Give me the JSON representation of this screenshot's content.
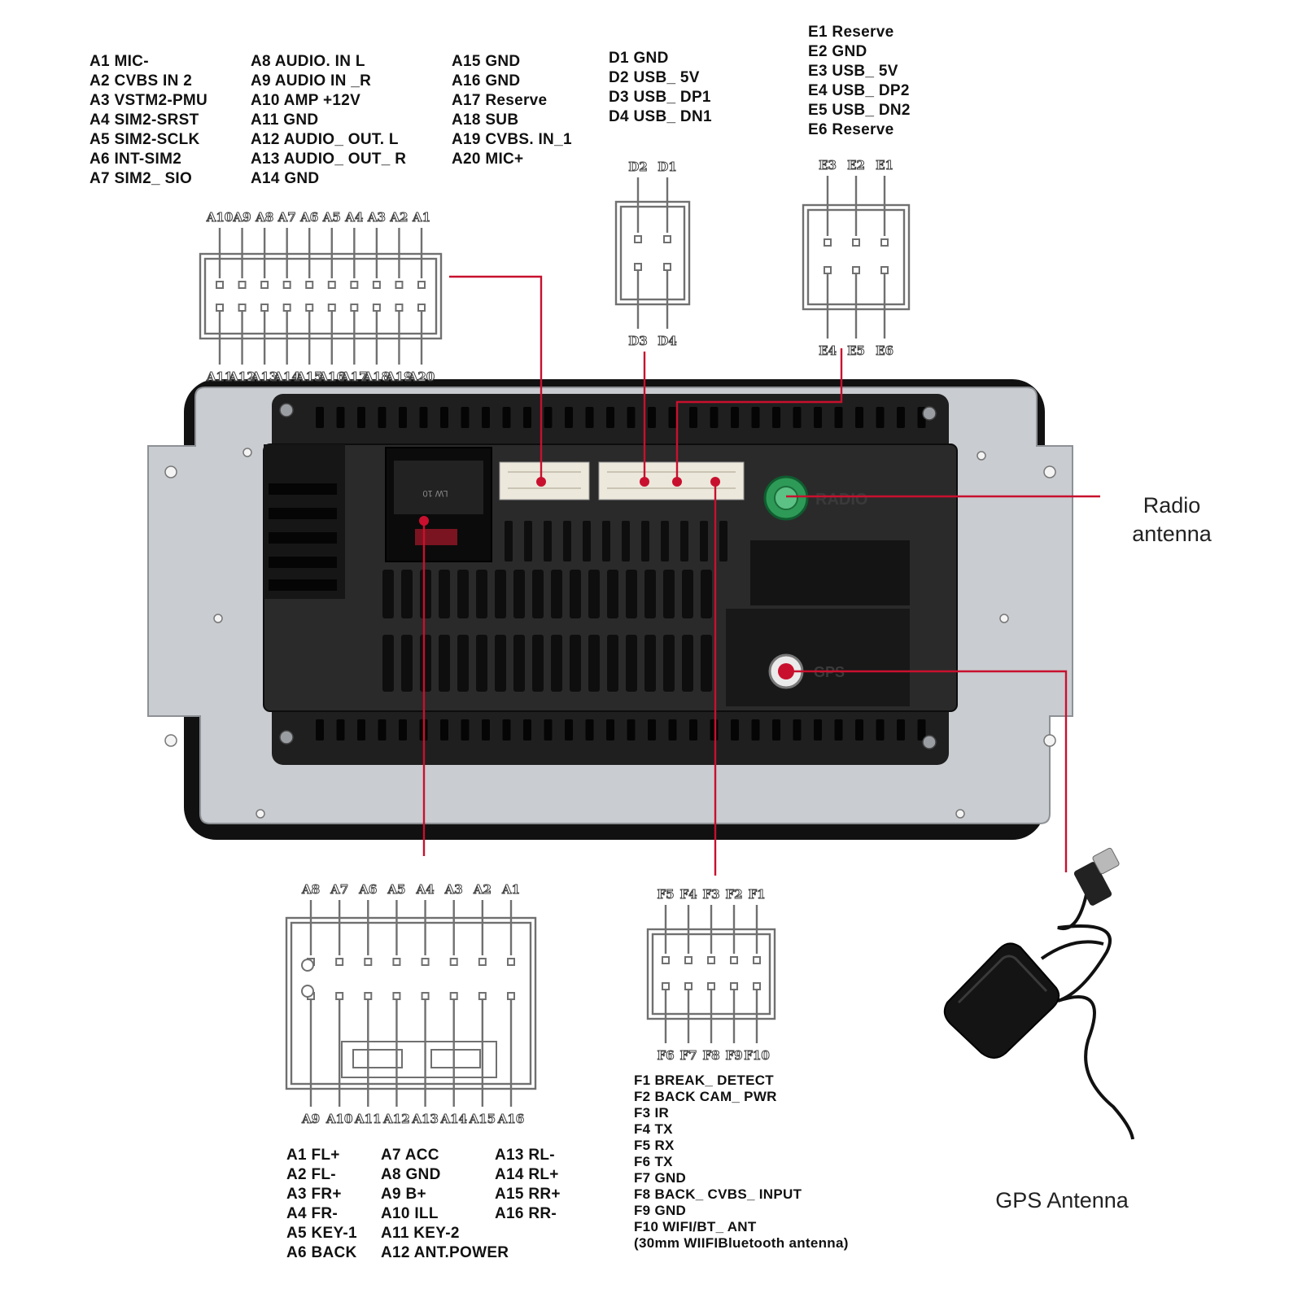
{
  "connectors": {
    "A": {
      "top_labels": [
        "A10",
        "A9",
        "A8",
        "A7",
        "A6",
        "A5",
        "A4",
        "A3",
        "A2",
        "A1"
      ],
      "bottom_labels": [
        "A11",
        "A12",
        "A13",
        "A14",
        "A15",
        "A16",
        "A17",
        "A18",
        "A19",
        "A20"
      ]
    },
    "D": {
      "top_labels": [
        "D2",
        "D1"
      ],
      "bottom_labels": [
        "D3",
        "D4"
      ]
    },
    "E": {
      "top_labels": [
        "E3",
        "E2",
        "E1"
      ],
      "bottom_labels": [
        "E4",
        "E5",
        "E6"
      ]
    },
    "A_power": {
      "top_labels": [
        "A8",
        "A7",
        "A6",
        "A5",
        "A4",
        "A3",
        "A2",
        "A1"
      ],
      "bottom_labels": [
        "A9",
        "A10",
        "A11",
        "A12",
        "A13",
        "A14",
        "A15",
        "A16"
      ]
    },
    "F": {
      "top_labels": [
        "F5",
        "F4",
        "F3",
        "F2",
        "F1"
      ],
      "bottom_labels": [
        "F6",
        "F7",
        "F8",
        "F9",
        "F10"
      ]
    }
  },
  "legend_a20": {
    "col1": [
      "A1 MIC-",
      "A2 CVBS IN 2",
      "A3 VSTM2-PMU",
      "A4 SIM2-SRST",
      "A5 SIM2-SCLK",
      "A6 INT-SIM2",
      "A7 SIM2_ SIO"
    ],
    "col2": [
      "A8 AUDIO. IN L",
      "A9 AUDIO IN _R",
      "A10 AMP +12V",
      "A11 GND",
      "A12 AUDIO_ OUT. L",
      "A13 AUDIO_ OUT_ R",
      "A14 GND"
    ],
    "col3": [
      "A15 GND",
      "A16 GND",
      "A17 Reserve",
      "A18 SUB",
      "A19 CVBS. IN_1",
      "A20 MIC+"
    ]
  },
  "legend_d": [
    "D1 GND",
    "D2 USB_ 5V",
    "D3 USB_ DP1",
    "D4 USB_ DN1"
  ],
  "legend_e": [
    "E1 Reserve",
    "E2 GND",
    "E3 USB_ 5V",
    "E4 USB_ DP2",
    "E5 USB_ DN2",
    "E6 Reserve"
  ],
  "legend_a16": {
    "col1": [
      "A1 FL+",
      "A2 FL-",
      "A3 FR+",
      "A4 FR-",
      "A5 KEY-1",
      "A6 BACK"
    ],
    "col2": [
      "A7 ACC",
      "A8 GND",
      "A9 B+",
      "A10 ILL",
      "A11 KEY-2",
      "A12 ANT.POWER"
    ],
    "col3": [
      "A13 RL-",
      "A14 RL+",
      "A15 RR+",
      "A16 RR-"
    ]
  },
  "legend_f": [
    "F1 BREAK_ DETECT",
    "F2 BACK CAM_ PWR",
    "F3 IR",
    "F4 TX",
    "F5 RX",
    "F6 TX",
    "F7 GND",
    "F8 BACK_ CVBS_ INPUT",
    "F9 GND",
    "F10 WIFI/BT_ ANT",
    "(30mm WIIFIBluetooth antenna)"
  ],
  "callouts": {
    "radio_line1": "Radio",
    "radio_line2": "antenna",
    "gps": "GPS Antenna"
  },
  "unit_labels": {
    "radio": "RADIO",
    "gps": "GPS",
    "plug": "LW 10"
  },
  "colors": {
    "leader": "#c8102e",
    "panel": "#1f1f1f",
    "plate": "#c9ccd0",
    "radio_jack": "#2e9a57",
    "gps_jack": "#c8102e"
  }
}
